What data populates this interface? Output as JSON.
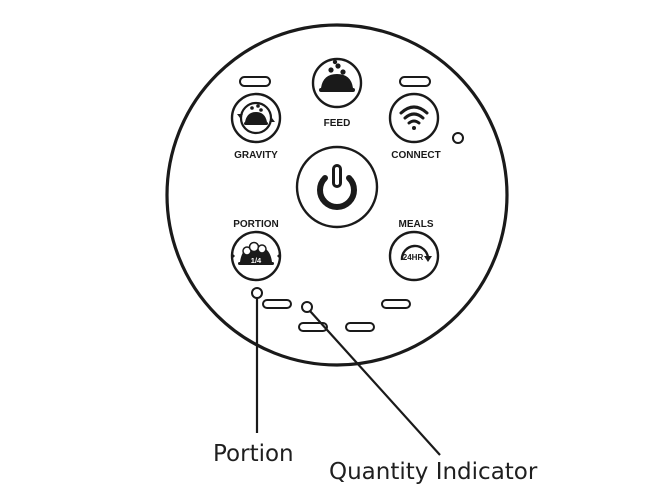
{
  "panel": {
    "buttons": {
      "feed": {
        "label": "FEED",
        "icon": "food-bowl-icon"
      },
      "gravity": {
        "label": "GRAVITY",
        "icon": "gravity-feeder-icon"
      },
      "connect": {
        "label": "CONNECT",
        "icon": "wifi-icon"
      },
      "power": {
        "icon": "power-icon"
      },
      "portion": {
        "label": "PORTION",
        "icon": "portion-bowl-icon",
        "badge": "1/4"
      },
      "meals": {
        "label": "MEALS",
        "icon": "meals-24hr-icon",
        "badge": "24HR"
      }
    }
  },
  "callouts": {
    "portion": "Portion",
    "quantity_indicator": "Quantity Indicator"
  },
  "colors": {
    "stroke": "#1a1a1a",
    "background": "#ffffff"
  }
}
